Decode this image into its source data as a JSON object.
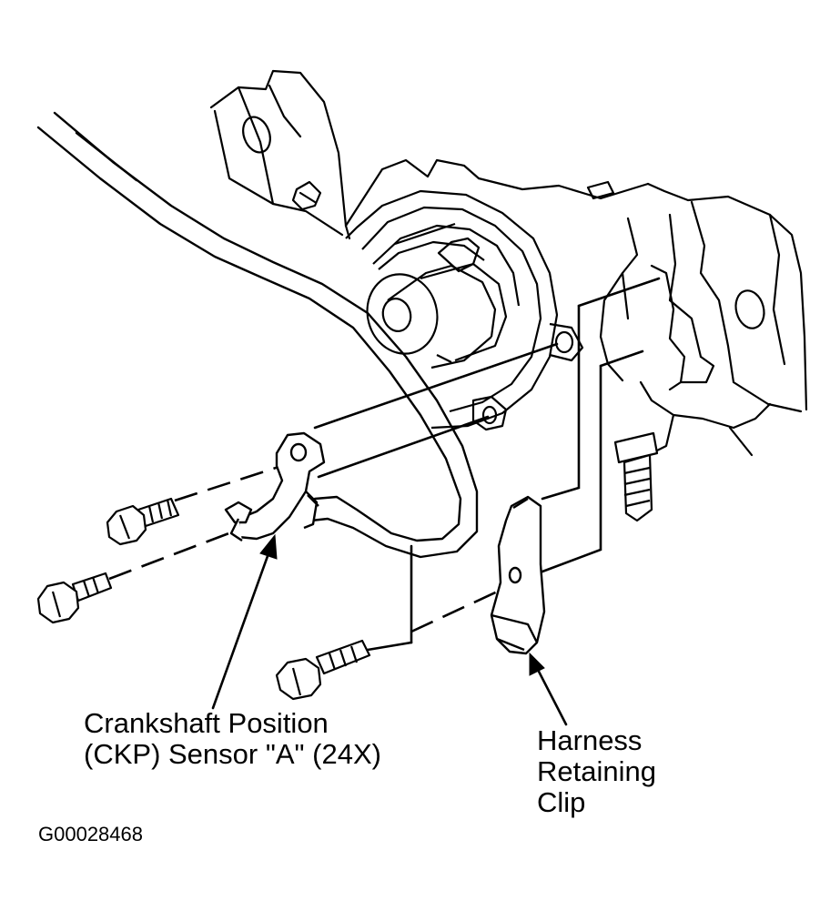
{
  "diagram": {
    "callouts": {
      "ckp_sensor": {
        "line1": "Crankshaft Position",
        "line2": "(CKP) Sensor \"A\" (24X)"
      },
      "harness_clip": {
        "line1": "Harness",
        "line2": "Retaining",
        "line3": "Clip"
      }
    },
    "figure_id": "G00028468",
    "colors": {
      "ink": "#000000",
      "paper": "#ffffff"
    }
  }
}
